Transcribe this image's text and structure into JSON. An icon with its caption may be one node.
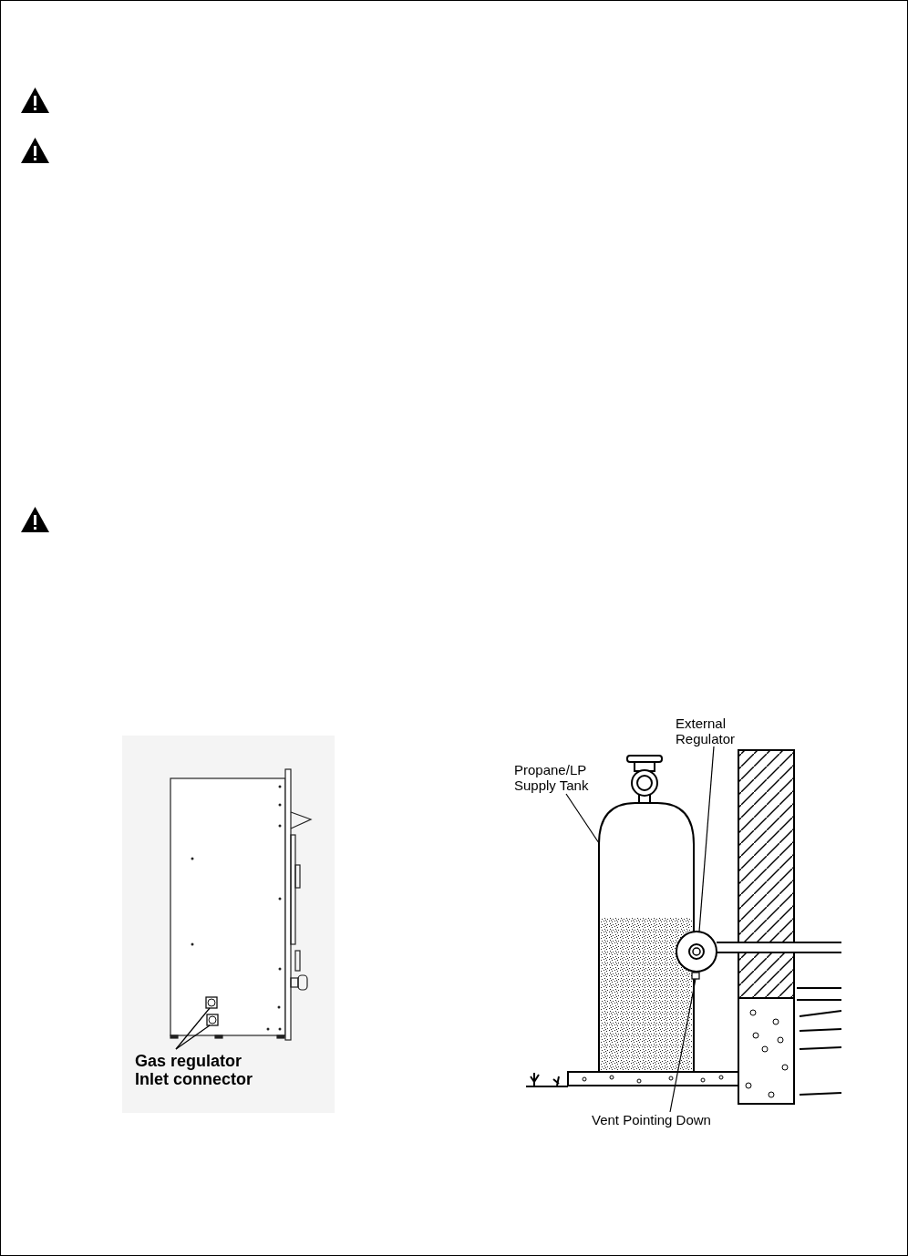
{
  "diagram": {
    "nodes": [
      {
        "text": [
          "Gas regulator",
          "Inlet connector"
        ]
      },
      {
        "text": [],
        "shape": "box"
      },
      {
        "text": [],
        "shape": "box"
      },
      {
        "text": [
          "Propane/LP Supply Tank"
        ]
      },
      {
        "text": [],
        "shape": "cylinder"
      },
      {
        "text": [
          "External Regulator"
        ]
      },
      {
        "text": [],
        "shape": "circle"
      },
      {
        "text": [
          "Vent Pointing Down"
        ]
      },
      {
        "text": [],
        "shape": "box"
      }
    ],
    "edges": [
      {
        "from": 0,
        "to": 1,
        "arrow": "none"
      },
      {
        "from": 0,
        "to": 2,
        "arrow": "none"
      },
      {
        "from": 3,
        "to": 4,
        "arrow": "none"
      },
      {
        "from": 5,
        "to": 6,
        "arrow": "none"
      },
      {
        "from": 7,
        "to": 8,
        "arrow": "none"
      }
    ]
  }
}
